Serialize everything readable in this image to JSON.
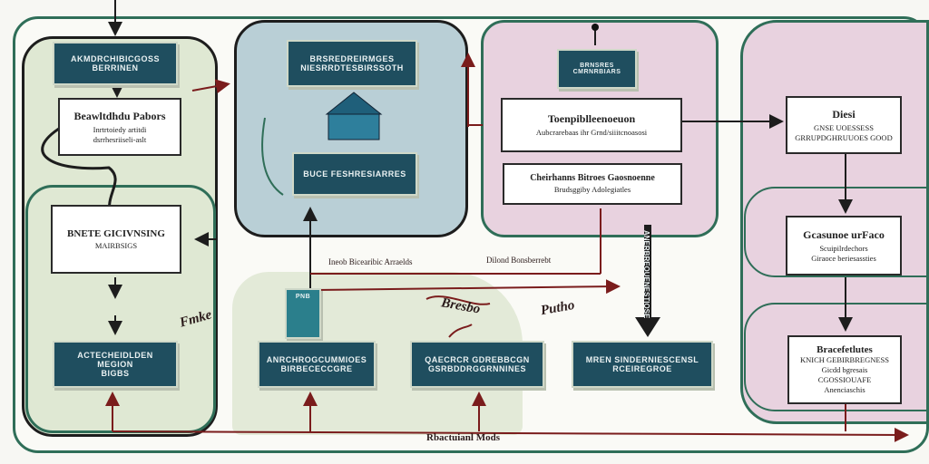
{
  "diagram": {
    "left_panel": {
      "header": "AKMDRCHIBICGOSS BERRINEN",
      "node_a": {
        "title": "Beawltdhdu Pabors",
        "sub1": "Inrtrtoiedy artitdi",
        "sub2": "dsrrhesriiseli-aslt"
      },
      "node_b": {
        "title": "BNETE GICIVNSING",
        "sub": "MAIRBSIGS"
      },
      "bottom": {
        "line1": "ACTECHEIDLDEN MEGION",
        "line2": "BIGBS"
      }
    },
    "center_panel": {
      "top": {
        "line1": "BRSREDREIRMGES",
        "line2": "NIESRRDTESBIRSSOTH"
      },
      "mid": "BUCE FESHRESIARRES",
      "tab": "PNB",
      "flow_label_1": "Ineob Bicearibic Arraelds",
      "flow_label_2": "Dilond Bonsberrebt"
    },
    "bottom_row": {
      "b1": {
        "line1": "ANRCHROGCUMMIOES",
        "line2": "BIRBECECCGRE"
      },
      "b2": {
        "line1": "QAECRCR GDREBBCGN",
        "line2": "GSRBDDRGGRNNINES"
      },
      "b3": {
        "line1": "MREN SINDERNIESCENSL",
        "line2": "RCEIREGROE"
      }
    },
    "right_center": {
      "header": "BRNSRES CMRNRBIARS",
      "node_a": {
        "title": "Toenpiblleenoeuon",
        "sub": "Aubcrarebaas ihr Grnd/siiitcnoasosi"
      },
      "node_b": {
        "title": "Cheirhanns Bitroes Gaosnoenne",
        "sub": "Brudsggiby  Adolegiatles"
      },
      "vertical": "ANERBREQUENESTIOSE"
    },
    "right_panel": {
      "node_a": {
        "title": "Diesi",
        "sub1": "GNSE UOESSESS",
        "sub2": "GRRUPDGHRUUOES GOOD"
      },
      "node_b": {
        "title": "Gcasunoe  urFaco",
        "sub1": "Scuipilrdechors",
        "sub2": "Giraoce  beriesassties"
      },
      "node_c": {
        "title": "Bracefetlutes",
        "sub1": "KNICH GEBIRBREGNESS",
        "sub2": "Gicdd bgresais",
        "sub3": "CGOSSIOUAFE",
        "sub4": "Anenciaschis"
      }
    },
    "annotations": {
      "hand_1": "Fmke",
      "hand_2": "Bresbo",
      "hand_3": "Putho",
      "footer": "Rbactuianl Mods"
    }
  },
  "colors": {
    "green_region": "#dfe8d3",
    "blue_region": "#b9cfd6",
    "pink_region": "#e8d2df",
    "dark_box": "#1f4e5f",
    "outline_green": "#2f6e58",
    "arrow_red": "#7a1c1c"
  }
}
